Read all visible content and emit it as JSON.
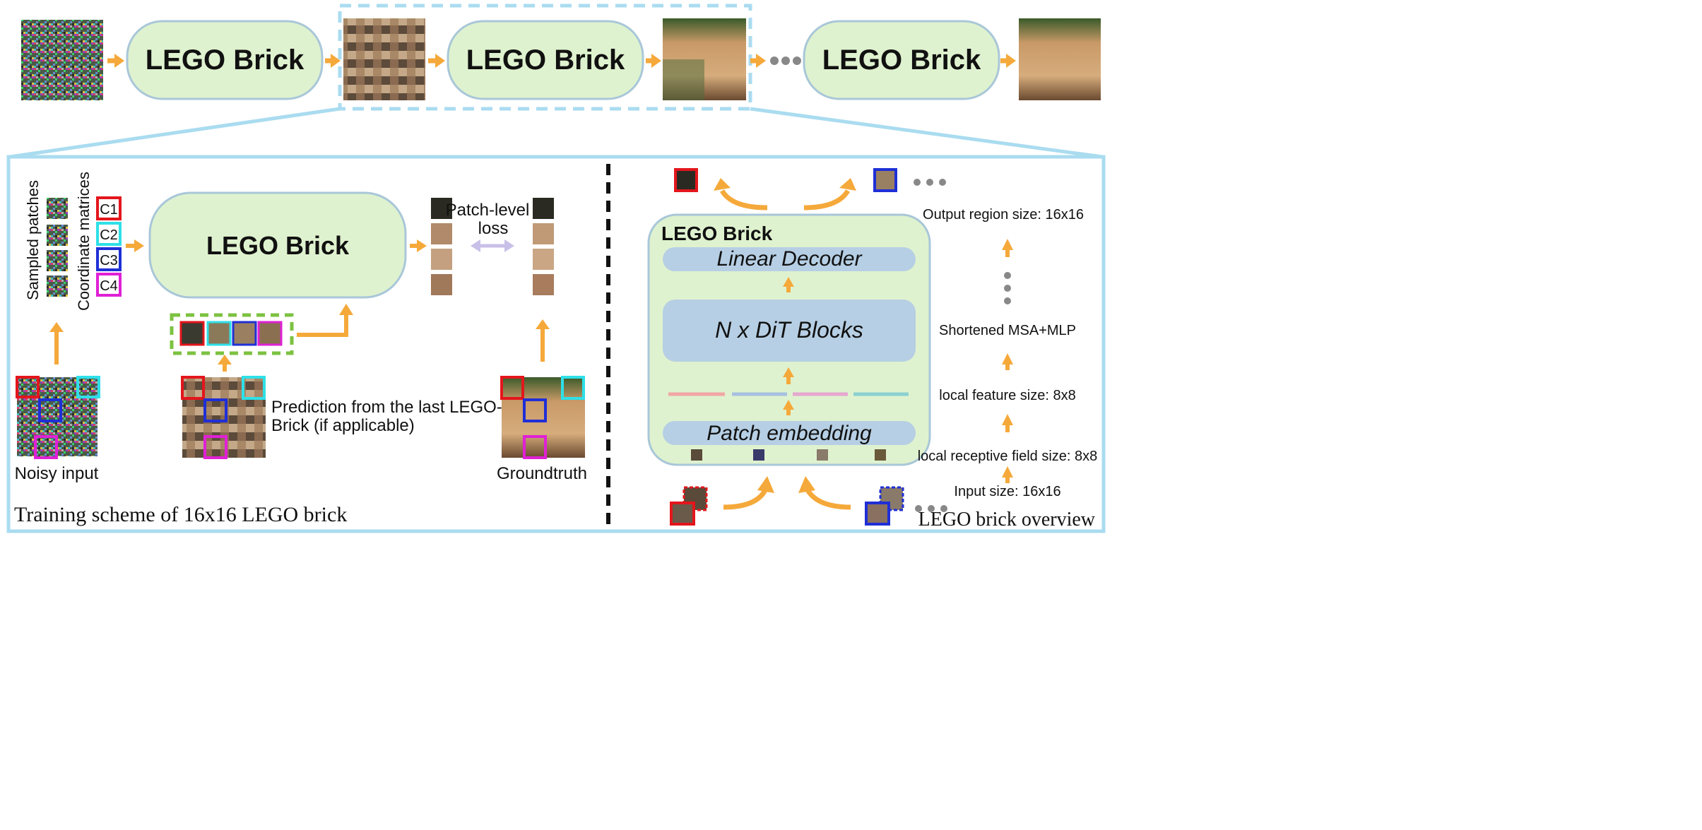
{
  "pipeline": {
    "brick_labels": [
      "LEGO Brick",
      "LEGO Brick",
      "LEGO Brick"
    ]
  },
  "training": {
    "sampled_patches_label": "Sampled patches",
    "coordinate_matrices_label": "Coordinate matrices",
    "coords": [
      "C1",
      "C2",
      "C3",
      "C4"
    ],
    "brick_label": "LEGO Brick",
    "loss_label_line1": "Patch-level",
    "loss_label_line2": "loss",
    "prediction_line1": "Prediction from the last LEGO-",
    "prediction_line2": "Brick (if applicable)",
    "noisy_input_label": "Noisy input",
    "groundtruth_label": "Groundtruth",
    "caption": "Training scheme of 16x16 LEGO brick"
  },
  "overview": {
    "brick_title": "LEGO Brick",
    "linear_decoder": "Linear Decoder",
    "dit_blocks": "N x DiT Blocks",
    "patch_embedding": "Patch embedding",
    "annotations": {
      "output_region": "Output region size: 16x16",
      "shortened": "Shortened MSA+MLP",
      "local_feature": "local feature size: 8x8",
      "receptive_field": "local receptive field size: 8x8",
      "input_size": "Input size: 16x16"
    },
    "caption": "LEGO brick overview"
  },
  "colors": {
    "arrow": "#f5a93a",
    "brick_fill": "#dff2cf",
    "brick_stroke": "#a9c7d8",
    "panel_border": "#aadcf0",
    "blue_block": "#b6cfe4",
    "red": "#e3161c",
    "cyan": "#2ee0e8",
    "blue": "#1f2fd6",
    "magenta": "#e020d6",
    "green_dash": "#7cc241",
    "grey": "#888888"
  }
}
